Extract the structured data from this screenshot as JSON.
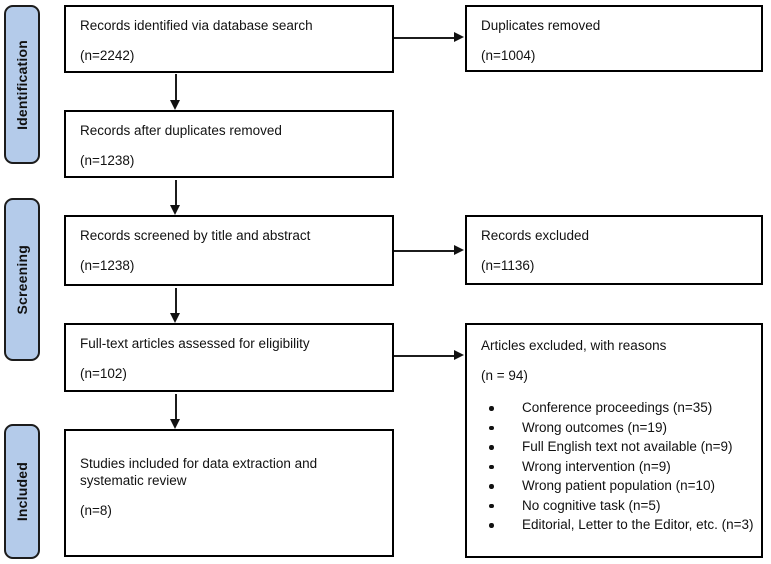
{
  "stages": [
    {
      "label": "Identification"
    },
    {
      "label": "Screening"
    },
    {
      "label": "Included"
    }
  ],
  "boxes": {
    "records_identified": {
      "label": "Records identified via database search",
      "count": "(n=2242)"
    },
    "duplicates_removed": {
      "label": "Duplicates removed",
      "count": "(n=1004)"
    },
    "records_after_duplicates": {
      "label": "Records after duplicates removed",
      "count": "(n=1238)"
    },
    "records_screened": {
      "label": "Records screened by title and abstract",
      "count": "(n=1238)"
    },
    "records_excluded": {
      "label": "Records excluded",
      "count": "(n=1136)"
    },
    "fulltext_assessed": {
      "label": "Full-text articles assessed for eligibility",
      "count": "(n=102)"
    },
    "articles_excluded": {
      "label": "Articles excluded, with reasons",
      "count": "(n = 94)",
      "reasons": [
        "Conference proceedings (n=35)",
        "Wrong outcomes (n=19)",
        "Full English text not available (n=9)",
        "Wrong intervention (n=9)",
        "Wrong patient population (n=10)",
        "No cognitive task (n=5)",
        "Editorial, Letter to the Editor, etc. (n=3)"
      ]
    },
    "studies_included": {
      "label": "Studies included for data extraction and systematic review",
      "count": "(n=8)"
    }
  },
  "colors": {
    "stage_fill": "#b4cbea",
    "stage_border": "#1c1c1c",
    "box_border": "#000000",
    "arrow": "#1c1c1c",
    "background": "#ffffff",
    "text": "#111111"
  }
}
